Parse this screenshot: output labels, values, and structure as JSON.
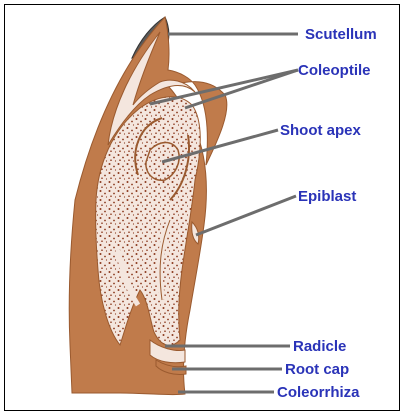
{
  "colors": {
    "tissue": "#c07b4b",
    "tissue_dark": "#9a5a2f",
    "inner": "#f4e6de",
    "stipple": "#8b3a1e",
    "leader": "#6d6d6d",
    "label": "#2a33b8"
  },
  "labels": {
    "scutellum": "Scutellum",
    "coleoptile": "Coleoptile",
    "shoot_apex": "Shoot apex",
    "epiblast": "Epiblast",
    "radicle": "Radicle",
    "root_cap": "Root cap",
    "coleorrhiza": "Coleorrhiza"
  }
}
